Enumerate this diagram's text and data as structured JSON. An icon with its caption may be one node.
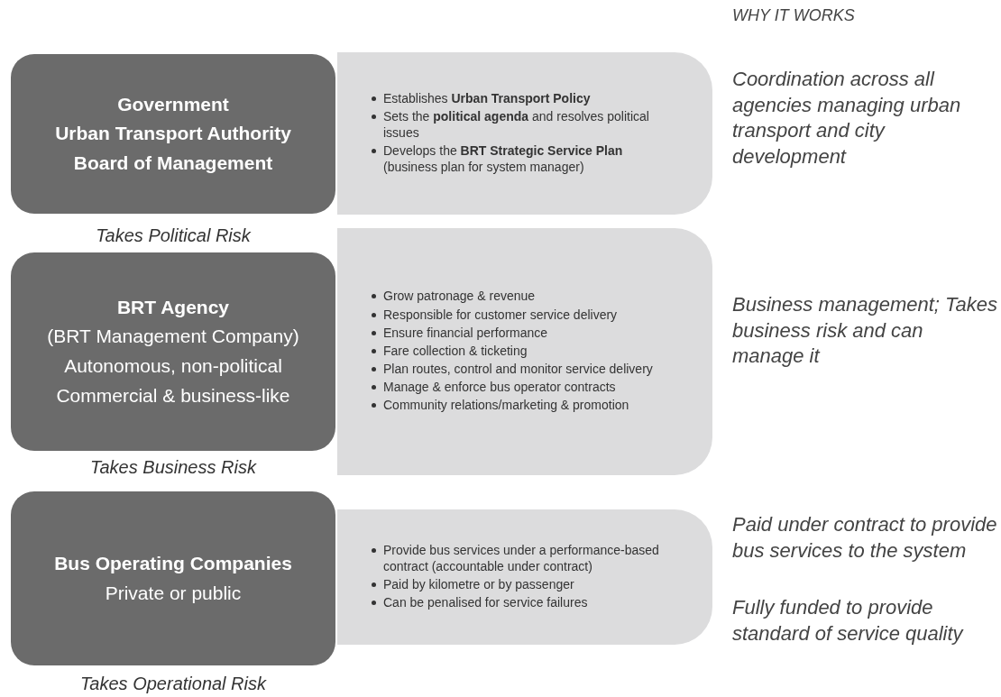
{
  "diagram": {
    "nodes": [
      {
        "text": [
          "Government",
          "Urban Transport Authority",
          "Board of Management"
        ],
        "beside": [
          "Takes Political Risk"
        ]
      },
      {
        "text": [
          "Establishes **Urban Transport Policy**",
          "Sets the **political  agenda** and resolves political issues",
          "Develops the **BRT Strategic Service Plan** (business plan for system manager)"
        ]
      },
      {
        "text": [
          "BRT Agency",
          "(BRT Management Company)",
          "Autonomous, non-political",
          "Commercial & business-like"
        ],
        "beside": [
          "Takes Business Risk"
        ]
      },
      {
        "text": [
          "Grow patronage & revenue",
          "Responsible for customer service delivery",
          "Ensure financial performance",
          "Fare collection & ticketing",
          "Plan routes, control and monitor service delivery",
          "Manage & enforce bus operator contracts",
          "Community relations/marketing & promotion"
        ]
      },
      {
        "text": [
          "Bus Operating Companies",
          "Private or public"
        ],
        "beside": [
          "Takes Operational Risk"
        ]
      },
      {
        "text": [
          "Provide bus services under a performance-based contract (accountable under contract)",
          "Paid by kilometre or by passenger",
          "Can be penalised for service failures"
        ]
      }
    ],
    "labels": [
      "WHY IT WORKS",
      "Coordination across all agencies managing urban transport and city development",
      "Business management; Takes business risk and can manage it",
      "Paid under contract to provide bus services to the system",
      "Fully funded to provide standard of service quality"
    ]
  }
}
